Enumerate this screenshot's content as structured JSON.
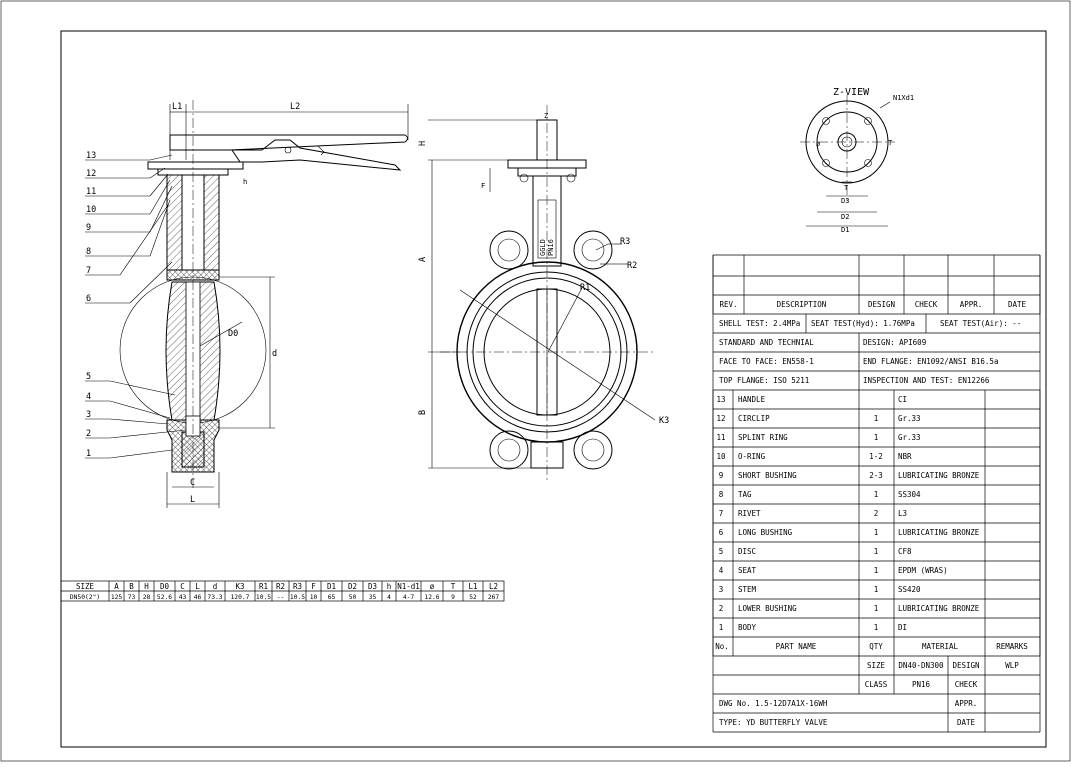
{
  "drawing": {
    "z_view_title": "Z-VIEW",
    "z_view_labels": {
      "n1xd1": "N1Xd1",
      "phi": "ø",
      "t": "T",
      "d3": "D3",
      "d2": "D2",
      "d1": "D1"
    },
    "side_dims": {
      "l1": "L1",
      "l2": "L2",
      "h": "H",
      "h_small": "h",
      "d0": "D0",
      "d": "d",
      "c": "C",
      "l": "L"
    },
    "front_dims": {
      "z": "Z",
      "f": "F",
      "a": "A",
      "b": "B",
      "r1": "R1",
      "r2": "R2",
      "r3": "R3",
      "k3": "K3"
    },
    "tag_text": [
      "GGLD",
      "PN16"
    ],
    "balloons": [
      "13",
      "12",
      "11",
      "10",
      "9",
      "8",
      "7",
      "6",
      "5",
      "4",
      "3",
      "2",
      "1"
    ]
  },
  "dimension_table": {
    "headers": [
      "SIZE",
      "A",
      "B",
      "H",
      "D0",
      "C",
      "L",
      "d",
      "K3",
      "R1",
      "R2",
      "R3",
      "F",
      "D1",
      "D2",
      "D3",
      "h",
      "N1-d1",
      "ø",
      "T",
      "L1",
      "L2"
    ],
    "row": [
      "DN50(2\")",
      "125",
      "73",
      "28",
      "52.6",
      "43",
      "46",
      "73.3",
      "120.7",
      "10.5",
      "--",
      "10.5",
      "10",
      "65",
      "50",
      "35",
      "4",
      "4-7",
      "12.6",
      "9",
      "52",
      "267"
    ]
  },
  "title_block": {
    "rev_headers": [
      "REV.",
      "DESCRIPTION",
      "DESIGN",
      "CHECK",
      "APPR.",
      "DATE"
    ],
    "tests": {
      "shell": "SHELL TEST:  2.4MPa",
      "seat_hyd": "SEAT TEST(Hyd):  1.76MPa",
      "seat_air": "SEAT TEST(Air):  --"
    },
    "specs": [
      [
        "STANDARD AND TECHNIAL",
        "DESIGN: API609"
      ],
      [
        "FACE TO FACE: EN558-1",
        "END FLANGE: EN1092/ANSI B16.5a"
      ],
      [
        "TOP FLANGE: ISO 5211",
        "INSPECTION AND TEST: EN12266"
      ]
    ],
    "parts": [
      [
        "13",
        "HANDLE",
        "",
        "CI",
        ""
      ],
      [
        "12",
        "CIRCLIP",
        "1",
        "Gr.33",
        ""
      ],
      [
        "11",
        "SPLINT RING",
        "1",
        "Gr.33",
        ""
      ],
      [
        "10",
        "O-RING",
        "1-2",
        "NBR",
        ""
      ],
      [
        "9",
        "SHORT BUSHING",
        "2-3",
        "LUBRICATING BRONZE",
        ""
      ],
      [
        "8",
        "TAG",
        "1",
        "SS304",
        ""
      ],
      [
        "7",
        "RIVET",
        "2",
        "L3",
        ""
      ],
      [
        "6",
        "LONG BUSHING",
        "1",
        "LUBRICATING BRONZE",
        ""
      ],
      [
        "5",
        "DISC",
        "1",
        "CF8",
        ""
      ],
      [
        "4",
        "SEAT",
        "1",
        "EPDM (WRAS)",
        ""
      ],
      [
        "3",
        "STEM",
        "1",
        "SS420",
        ""
      ],
      [
        "2",
        "LOWER BUSHING",
        "1",
        "LUBRICATING BRONZE",
        ""
      ],
      [
        "1",
        "BODY",
        "1",
        "DI",
        ""
      ]
    ],
    "parts_header": [
      "No.",
      "PART NAME",
      "QTY",
      "MATERIAL",
      "REMARKS"
    ],
    "size_label": "SIZE",
    "size_value": "DN40-DN300",
    "class_label": "CLASS",
    "class_value": "PN16",
    "design_label": "DESIGN",
    "design_value": "WLP",
    "check_label": "CHECK",
    "appr_label": "APPR.",
    "date_label": "DATE",
    "dwg_no": "DWG No. 1.5-12D7A1X-16WH",
    "type": "TYPE:  YD BUTTERFLY VALVE"
  }
}
